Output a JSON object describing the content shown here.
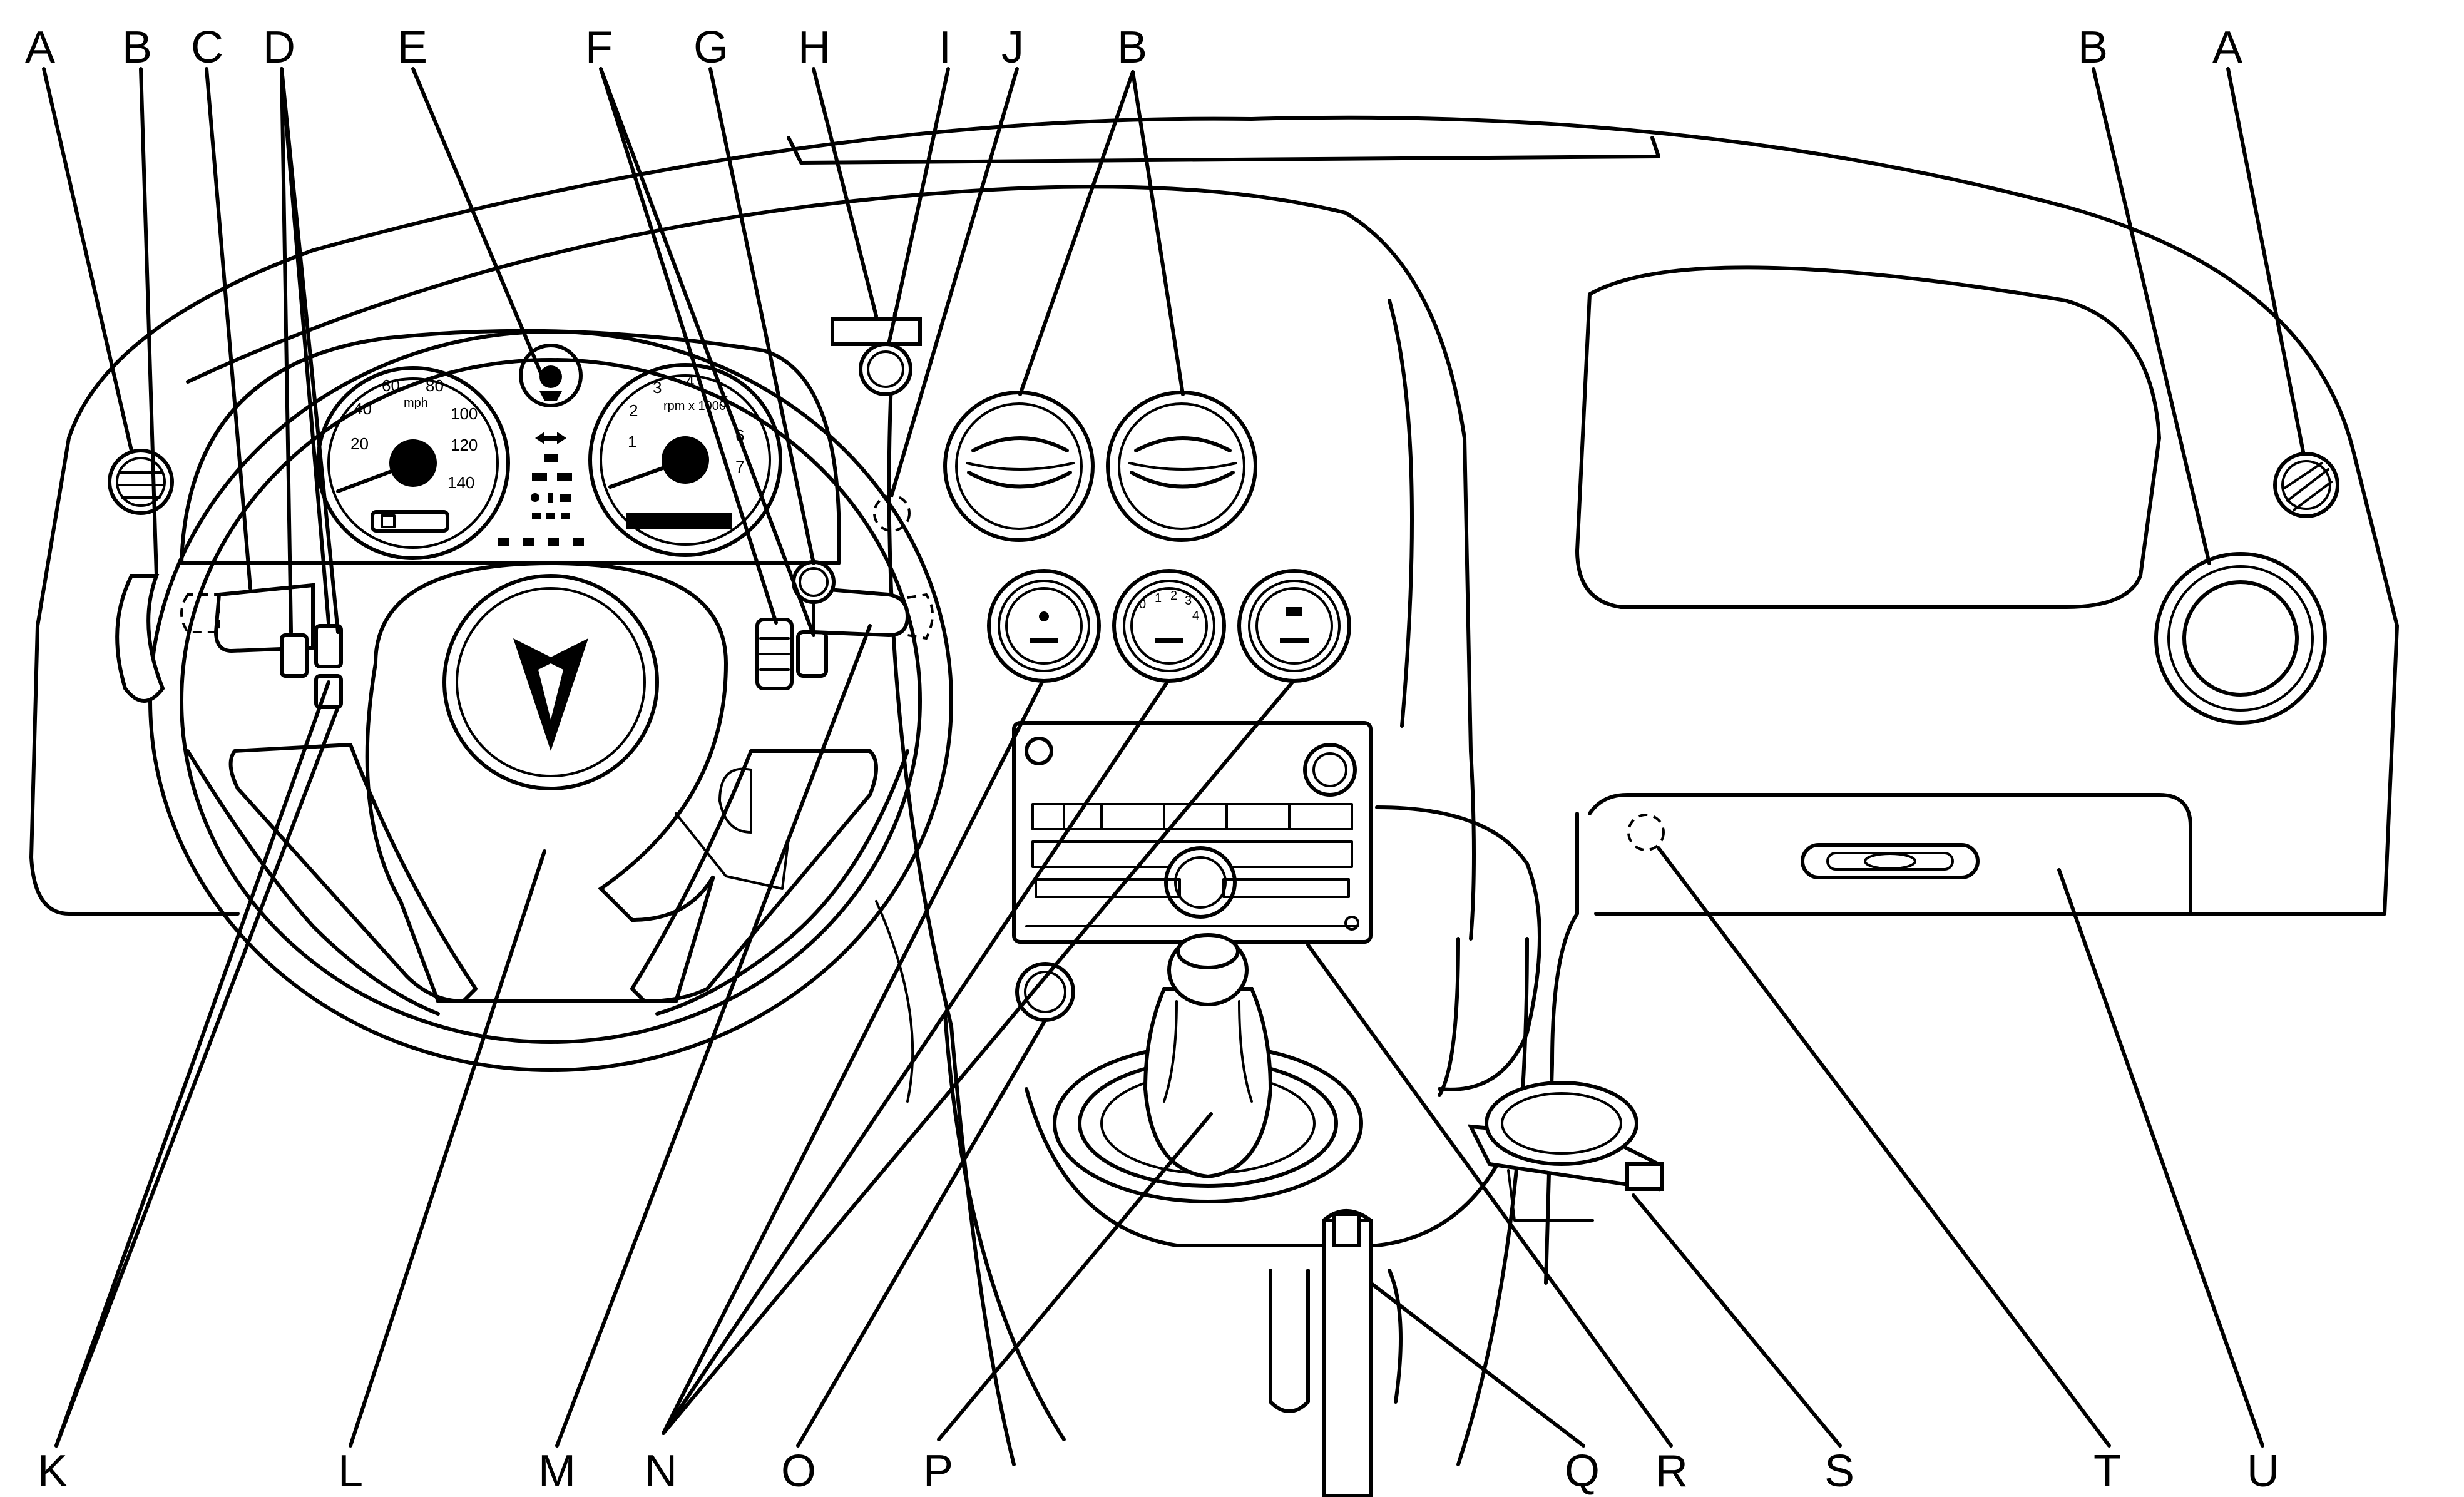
{
  "callouts": [
    "A",
    "B",
    "C",
    "D",
    "E",
    "F",
    "G",
    "H",
    "I",
    "J",
    "K",
    "L",
    "M",
    "N",
    "O",
    "P",
    "Q",
    "R",
    "S",
    "T",
    "U"
  ],
  "speedometer": {
    "unit": "mph",
    "ticks": [
      "20",
      "40",
      "60",
      "80",
      "100",
      "120",
      "140"
    ]
  },
  "tachometer": {
    "unit": "rpm x 1000",
    "ticks": [
      "1",
      "2",
      "3",
      "4",
      "5",
      "6",
      "7"
    ]
  },
  "climate_fan_ticks": [
    "0",
    "1",
    "2",
    "3",
    "4"
  ],
  "colors": {
    "line": "#000000",
    "background": "#ffffff"
  }
}
